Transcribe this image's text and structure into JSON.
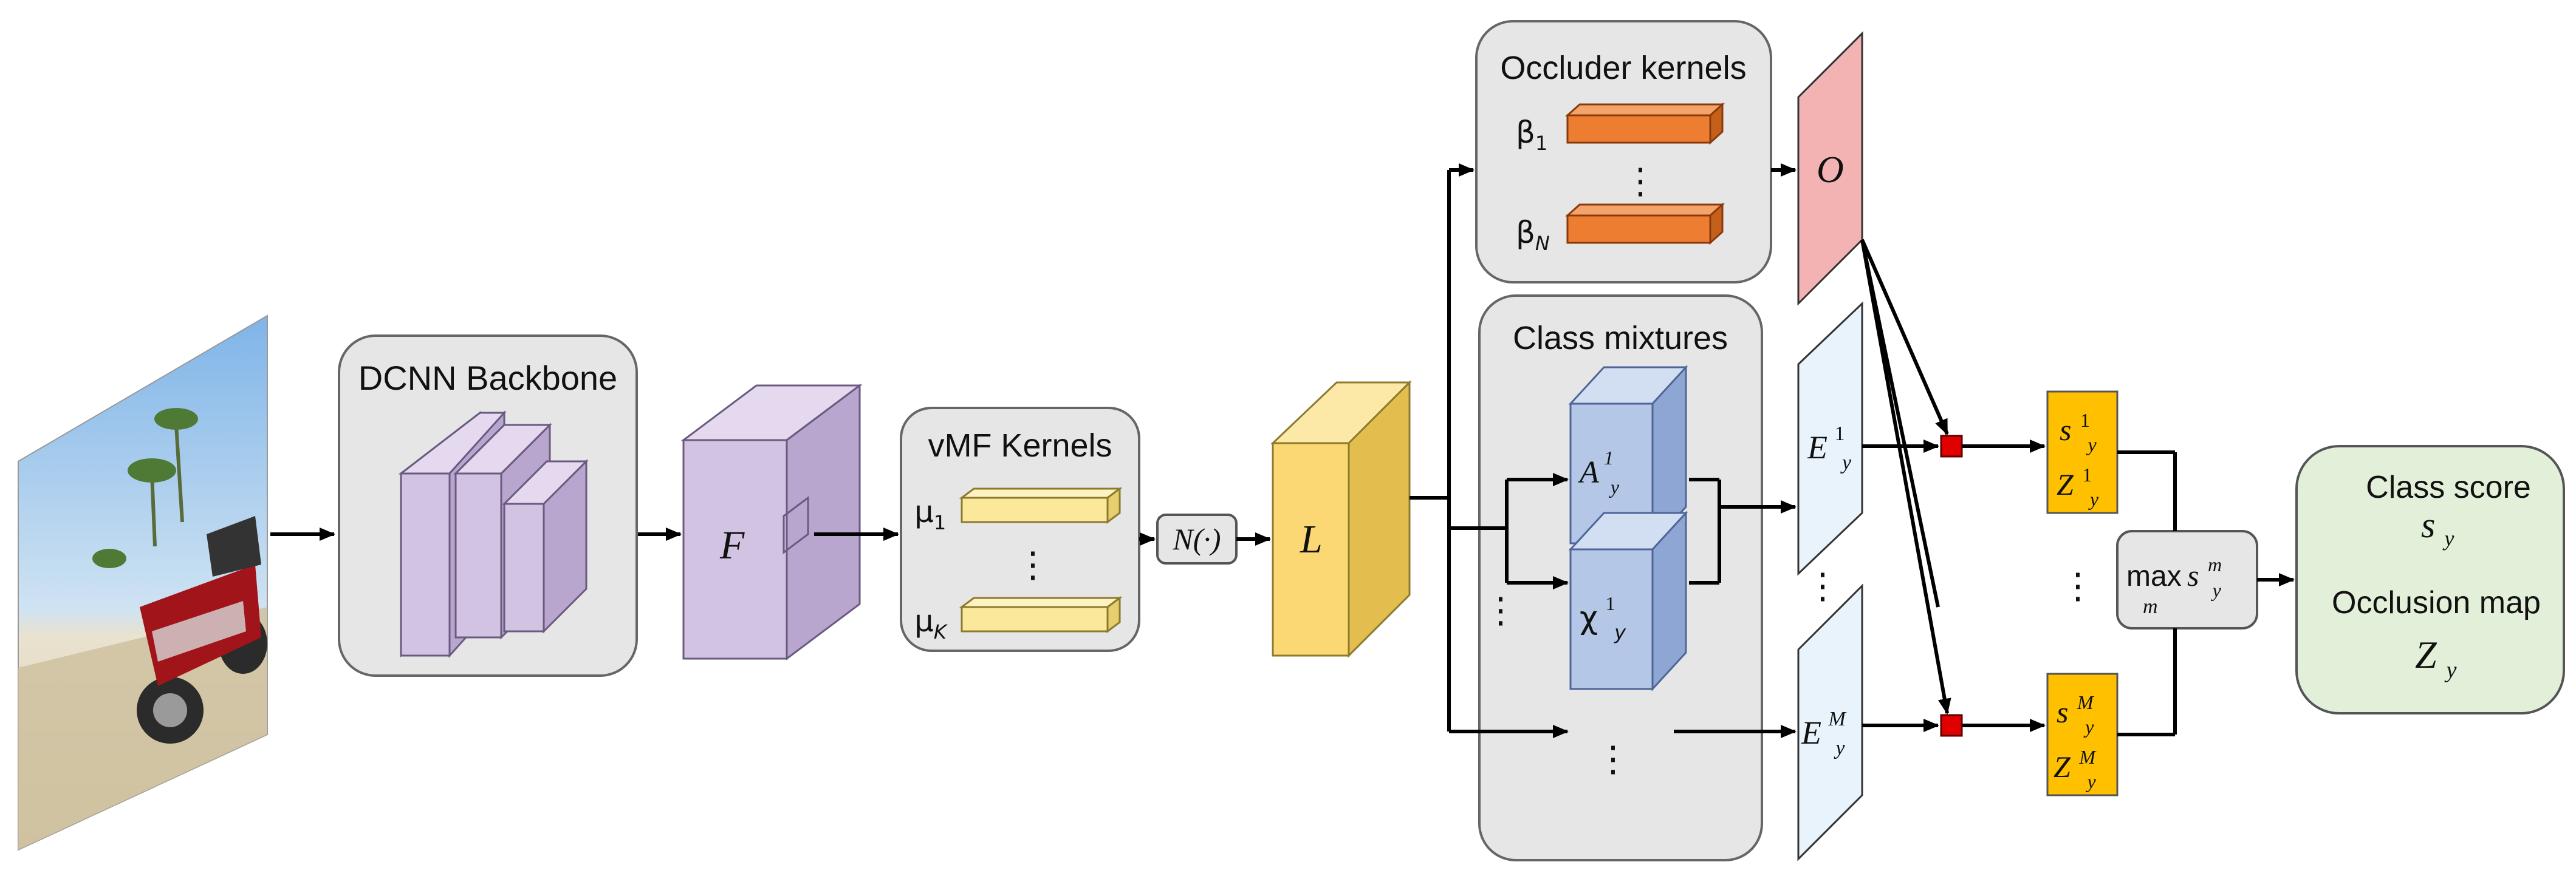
{
  "input": {
    "image": "motorcycle-photo"
  },
  "dcnn": {
    "title": "DCNN Backbone"
  },
  "feature": {
    "label": "F"
  },
  "vmf": {
    "title": "vMF Kernels",
    "mu": "μ",
    "sub_first": "1",
    "sub_last": "K",
    "dots": "⋮"
  },
  "norm": {
    "label": "N(·)"
  },
  "likelihood": {
    "label": "L"
  },
  "occluder": {
    "title": "Occluder kernels",
    "beta": "β",
    "sub_first": "1",
    "sub_last": "N",
    "dots": "⋮"
  },
  "occlusion_output": {
    "label": "O"
  },
  "mixtures": {
    "title": "Class mixtures",
    "a_base": "A",
    "chi_base": "χ",
    "sub": "y",
    "sup": "1",
    "dots": "⋮"
  },
  "energy": {
    "base": "E",
    "sub": "y",
    "sup_first": "1",
    "sup_last": "M",
    "dots": "⋮"
  },
  "scores": {
    "s": "s",
    "z": "Z",
    "sub": "y",
    "sup_first": "1",
    "sup_last": "M",
    "dots": "⋮"
  },
  "max_op": {
    "max": "max",
    "under": "m",
    "s": "s",
    "sub": "y",
    "sup": "m"
  },
  "output": {
    "class_score_label": "Class score",
    "class_score_sym": "s",
    "occlusion_label": "Occlusion map",
    "occlusion_sym": "Z",
    "sub": "y"
  },
  "colors": {
    "gray_box": "#e6e6e6",
    "lavender": "#d3c3e2",
    "pale_yellow": "#fbe89a",
    "gold": "#fbd873",
    "orange": "#ed7d31",
    "blue_box": "#b4c7e7",
    "light_blue": "#e8f3fc",
    "pink": "#f4b3b3",
    "amber": "#ffc000",
    "green": "#e2f0d9",
    "red": "#e00000"
  }
}
